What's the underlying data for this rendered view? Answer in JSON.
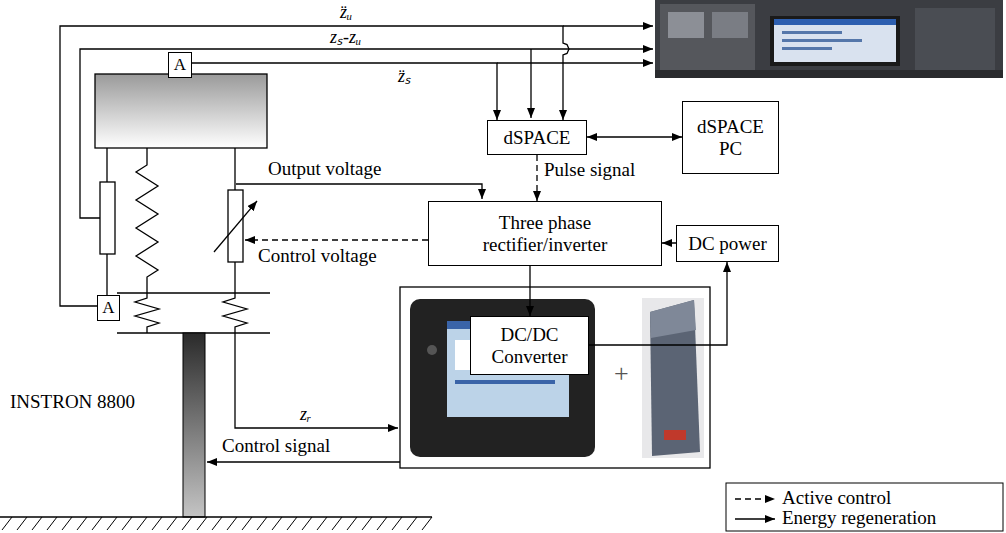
{
  "diagram": {
    "nodes": [
      {
        "text": [
          "A"
        ]
      },
      {
        "text": [
          "dSPACE"
        ]
      },
      {
        "text": [
          "dSPACE PC"
        ]
      },
      {
        "text": [
          "Three phase rectifier/inverter"
        ]
      },
      {
        "text": [
          "DC power"
        ]
      },
      {
        "text": [
          "A"
        ]
      },
      {
        "text": [
          "DC/DC Converter"
        ]
      }
    ],
    "edges": [
      {
        "from": 0,
        "to": 1,
        "arrow": "to",
        "label": "z̈ₛ"
      },
      {
        "from": 5,
        "to": 1,
        "arrow": "to",
        "label": "z̈ᵤ"
      },
      {
        "from": 1,
        "to": 2,
        "arrow": "both"
      },
      {
        "from": 1,
        "to": 3,
        "arrow": "to",
        "label": "Pulse signal"
      },
      {
        "from": 4,
        "to": 3,
        "arrow": "to"
      },
      {
        "from": 3,
        "to": 6,
        "arrow": "to"
      },
      {
        "from": 6,
        "to": 4,
        "arrow": "to"
      }
    ],
    "labels": [
      "zₛ-zᵤ",
      "Output voltage",
      "Control voltage",
      "+",
      "zᵣ",
      "INSTRON 8800",
      "Control signal"
    ],
    "legend": [
      {
        "text": "Active control"
      },
      {
        "text": "Energy regeneration"
      }
    ]
  }
}
